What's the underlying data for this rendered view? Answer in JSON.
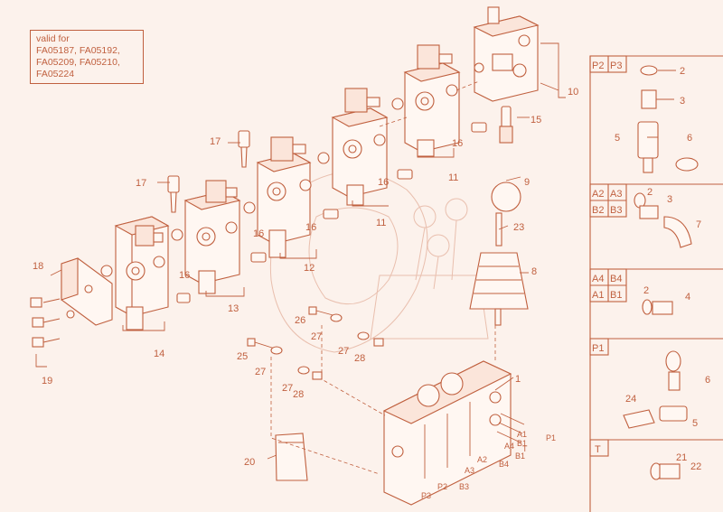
{
  "note": {
    "lines": [
      "valid for",
      "FA05187, FA05192,",
      "FA05209, FA05210,",
      "FA05224"
    ]
  },
  "callouts": [
    "1",
    "2",
    "3",
    "4",
    "5",
    "6",
    "7",
    "8",
    "9",
    "10",
    "11",
    "12",
    "13",
    "14",
    "15",
    "16",
    "17",
    "18",
    "19",
    "20",
    "21",
    "22",
    "23",
    "24",
    "25",
    "26",
    "27",
    "28"
  ],
  "port_labels": [
    "P1",
    "A1",
    "B1",
    "A2",
    "B2",
    "A3",
    "B3",
    "A4",
    "B4",
    "T",
    "P2",
    "P3"
  ],
  "panels": [
    {
      "headers": [
        [
          "P2",
          "P3"
        ]
      ],
      "parts": [
        "2",
        "3",
        "5",
        "6"
      ]
    },
    {
      "headers": [
        [
          "A2",
          "A3"
        ],
        [
          "B2",
          "B3"
        ]
      ],
      "parts": [
        "2",
        "3",
        "7"
      ]
    },
    {
      "headers": [
        [
          "A4",
          "B4"
        ],
        [
          "A1",
          "B1"
        ]
      ],
      "parts": [
        "2",
        "4"
      ]
    },
    {
      "headers": [
        [
          "P1"
        ]
      ],
      "parts": [
        "6",
        "24",
        "5"
      ]
    },
    {
      "headers": [
        [
          "T"
        ]
      ],
      "parts": [
        "21",
        "22"
      ]
    }
  ],
  "colors": {
    "line": "#c0603f",
    "paper": "#fcf2ec",
    "fill": "#fff7f2",
    "shade": "#fbe5da"
  }
}
